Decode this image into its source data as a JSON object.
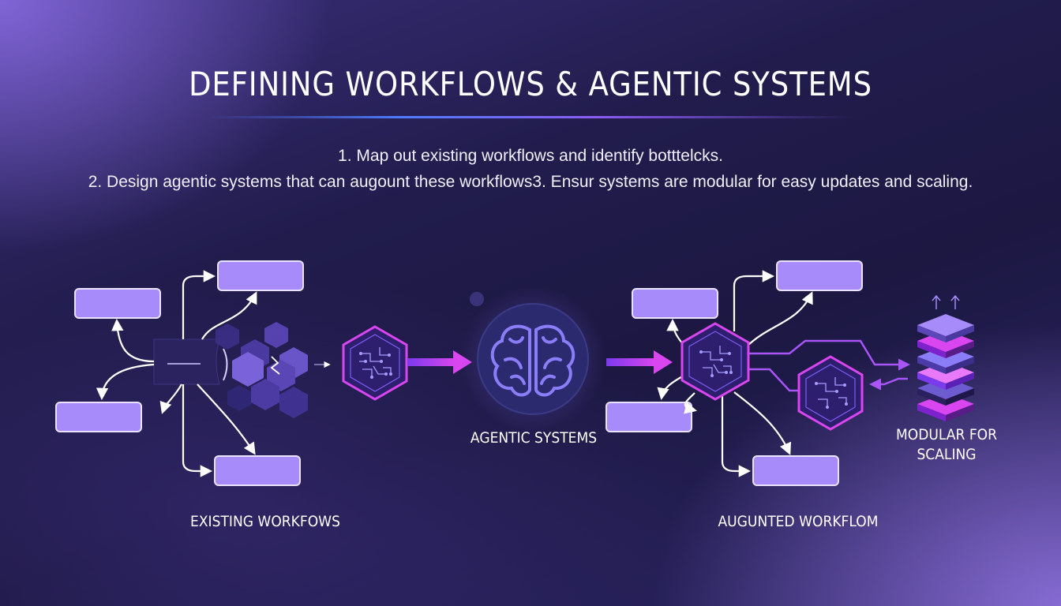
{
  "title": "DEFINING WORKFLOWS & AGENTIC SYSTEMS",
  "steps": [
    "1. Map out existing workflows and identify botttelcks.",
    "2. Design agentic systems that can augount these workflows3. Ensur systems are modular for easy updates and scaling."
  ],
  "labels": {
    "existing": "EXISTING WORKFOWS",
    "agentic": "AGENTIC SYSTEMS",
    "augmented": "AUGUNTED WORKFLOM",
    "modular_line1": "MODULAR FOR",
    "modular_line2": "SCALING"
  },
  "colors": {
    "box_fill": "#a78bfa",
    "accent_magenta": "#c026d3",
    "accent_violet": "#8b5cf6",
    "hex_fill": "#2e1f6e",
    "brain": "#8b7cf8"
  },
  "icons": [
    "brain-icon",
    "circuit-chip-icon",
    "server-stack-icon"
  ]
}
